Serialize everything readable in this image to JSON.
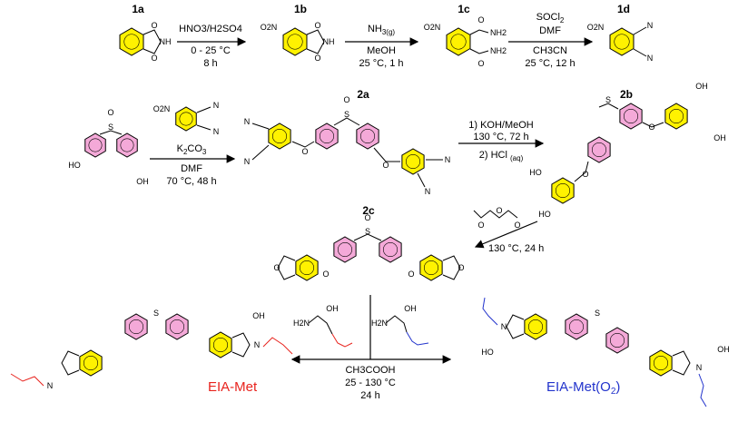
{
  "compound_labels": {
    "c1a": "1a",
    "c1b": "1b",
    "c1c": "1c",
    "c1d": "1d",
    "c2a": "2a",
    "c2b": "2b",
    "c2c": "2c"
  },
  "step1": {
    "reagent": "HNO3/H2SO4",
    "temp": "0 - 25 °C",
    "time": "8 h"
  },
  "step2": {
    "reagent": "NH",
    "reagent_sub": "3(g)",
    "solvent": "MeOH",
    "cond": "25 °C, 1 h"
  },
  "step3": {
    "reagent": "SOCl",
    "reagent_sub": "2",
    "solvent1": "DMF",
    "solvent2": "CH3CN",
    "cond": "25 °C, 12 h"
  },
  "step4": {
    "base": "K",
    "base_sub1": "2",
    "base_mid": "CO",
    "base_sub2": "3",
    "solvent": "DMF",
    "cond": "70 °C, 48 h"
  },
  "step5": {
    "line1": "1) KOH/MeOH",
    "line2": "130 °C, 72 h",
    "line3": "2) HCl",
    "line3_sub": "(aq)"
  },
  "step6": {
    "cond": "130 °C, 24 h"
  },
  "step7": {
    "solvent": "CH3COOH",
    "temp": "25 - 130 °C",
    "time": "24 h"
  },
  "products": {
    "left": "EIA-Met",
    "right_prefix": "EIA-Met(O",
    "right_sub": "2",
    "right_suffix": ")"
  },
  "atoms": {
    "O": "O",
    "N": "N",
    "S": "S",
    "NH": "NH",
    "OH": "OH",
    "HO": "HO",
    "NO2": "O2N",
    "NH2": "NH2",
    "H2N": "H2N",
    "CN": "N"
  },
  "colors": {
    "yellow_ring": "#fff200",
    "pink_ring": "#f4a9d8",
    "red_chain": "#e8231d",
    "blue_chain": "#2233cc",
    "ink": "#000000"
  }
}
